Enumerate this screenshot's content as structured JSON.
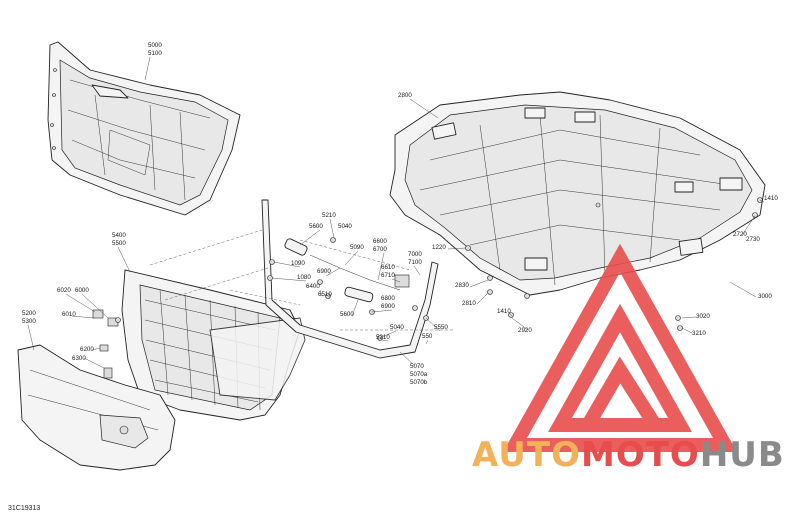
{
  "diagram": {
    "reference_code": "31C19313",
    "callouts": {
      "c5000": "5000",
      "c5100": "5100",
      "c2800": "2800",
      "c5400": "5400",
      "c5500": "5500",
      "c5200": "5200",
      "c5300": "5300",
      "c6020": "6020",
      "c6000": "6000",
      "c6010": "6010",
      "c6200": "6200",
      "c6300": "6300",
      "c5210a": "5210",
      "c5040a": "5040",
      "c5600a": "5600",
      "c1090": "1090",
      "c1080": "1080",
      "c6900": "6900",
      "c5090": "5090",
      "c6600": "6600",
      "c6700": "6700",
      "c6400": "6400",
      "c6510": "6510",
      "c6610": "6610",
      "c6710": "6710",
      "c7000": "7000",
      "c7100": "7100",
      "c5600b": "5600",
      "c6800": "6800",
      "c6900b": "6900",
      "c5040b": "5040",
      "c5210b": "5210",
      "c5550": "5550",
      "c550": "550",
      "c5070": "5070",
      "c5070a": "5070a",
      "c5070b": "5070b",
      "c1220": "1220",
      "c2830": "2830",
      "c2810": "2810",
      "c1410a": "1410",
      "c2920": "2920",
      "c1410b": "1410",
      "c2720": "2720",
      "c2730": "2730",
      "c3000": "3000",
      "c3020": "3020",
      "c3210": "3210"
    }
  },
  "watermark": {
    "brand_part1": "AUTO",
    "brand_part2": "MOTO",
    "brand_part3": "HUB",
    "color_gold": "#f3b25a",
    "color_red": "#e84c4c",
    "color_gray": "#8a8a8a"
  }
}
